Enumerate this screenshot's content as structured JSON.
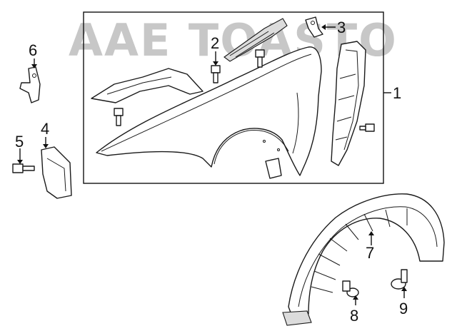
{
  "watermark": "AAE TOASTO",
  "callouts": {
    "c1": "1",
    "c2": "2",
    "c3": "3",
    "c4": "4",
    "c5": "5",
    "c6": "6",
    "c7": "7",
    "c8": "8",
    "c9": "9"
  }
}
